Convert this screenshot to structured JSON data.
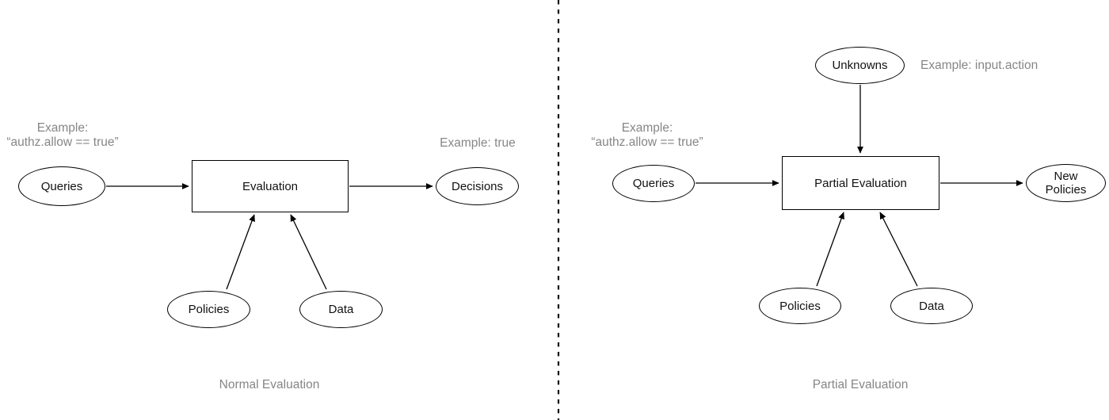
{
  "palette": {
    "stroke": "#000000",
    "muted_text": "#868686",
    "node_text": "#111111",
    "background": "#ffffff"
  },
  "left": {
    "example_annotation": {
      "line1": "Example:",
      "line2": "“authz.allow == true”"
    },
    "nodes": {
      "queries": "Queries",
      "evaluation": "Evaluation",
      "decisions": "Decisions",
      "policies": "Policies",
      "data": "Data"
    },
    "decisions_example": "Example: true",
    "caption": "Normal Evaluation"
  },
  "right": {
    "nodes": {
      "unknowns": "Unknowns",
      "queries": "Queries",
      "partial_evaluation": "Partial Evaluation",
      "new_policies": "New Policies",
      "policies": "Policies",
      "data": "Data"
    },
    "unknowns_example": "Example: input.action",
    "example_annotation": {
      "line1": "Example:",
      "line2": "“authz.allow == true”"
    },
    "caption": "Partial Evaluation"
  }
}
